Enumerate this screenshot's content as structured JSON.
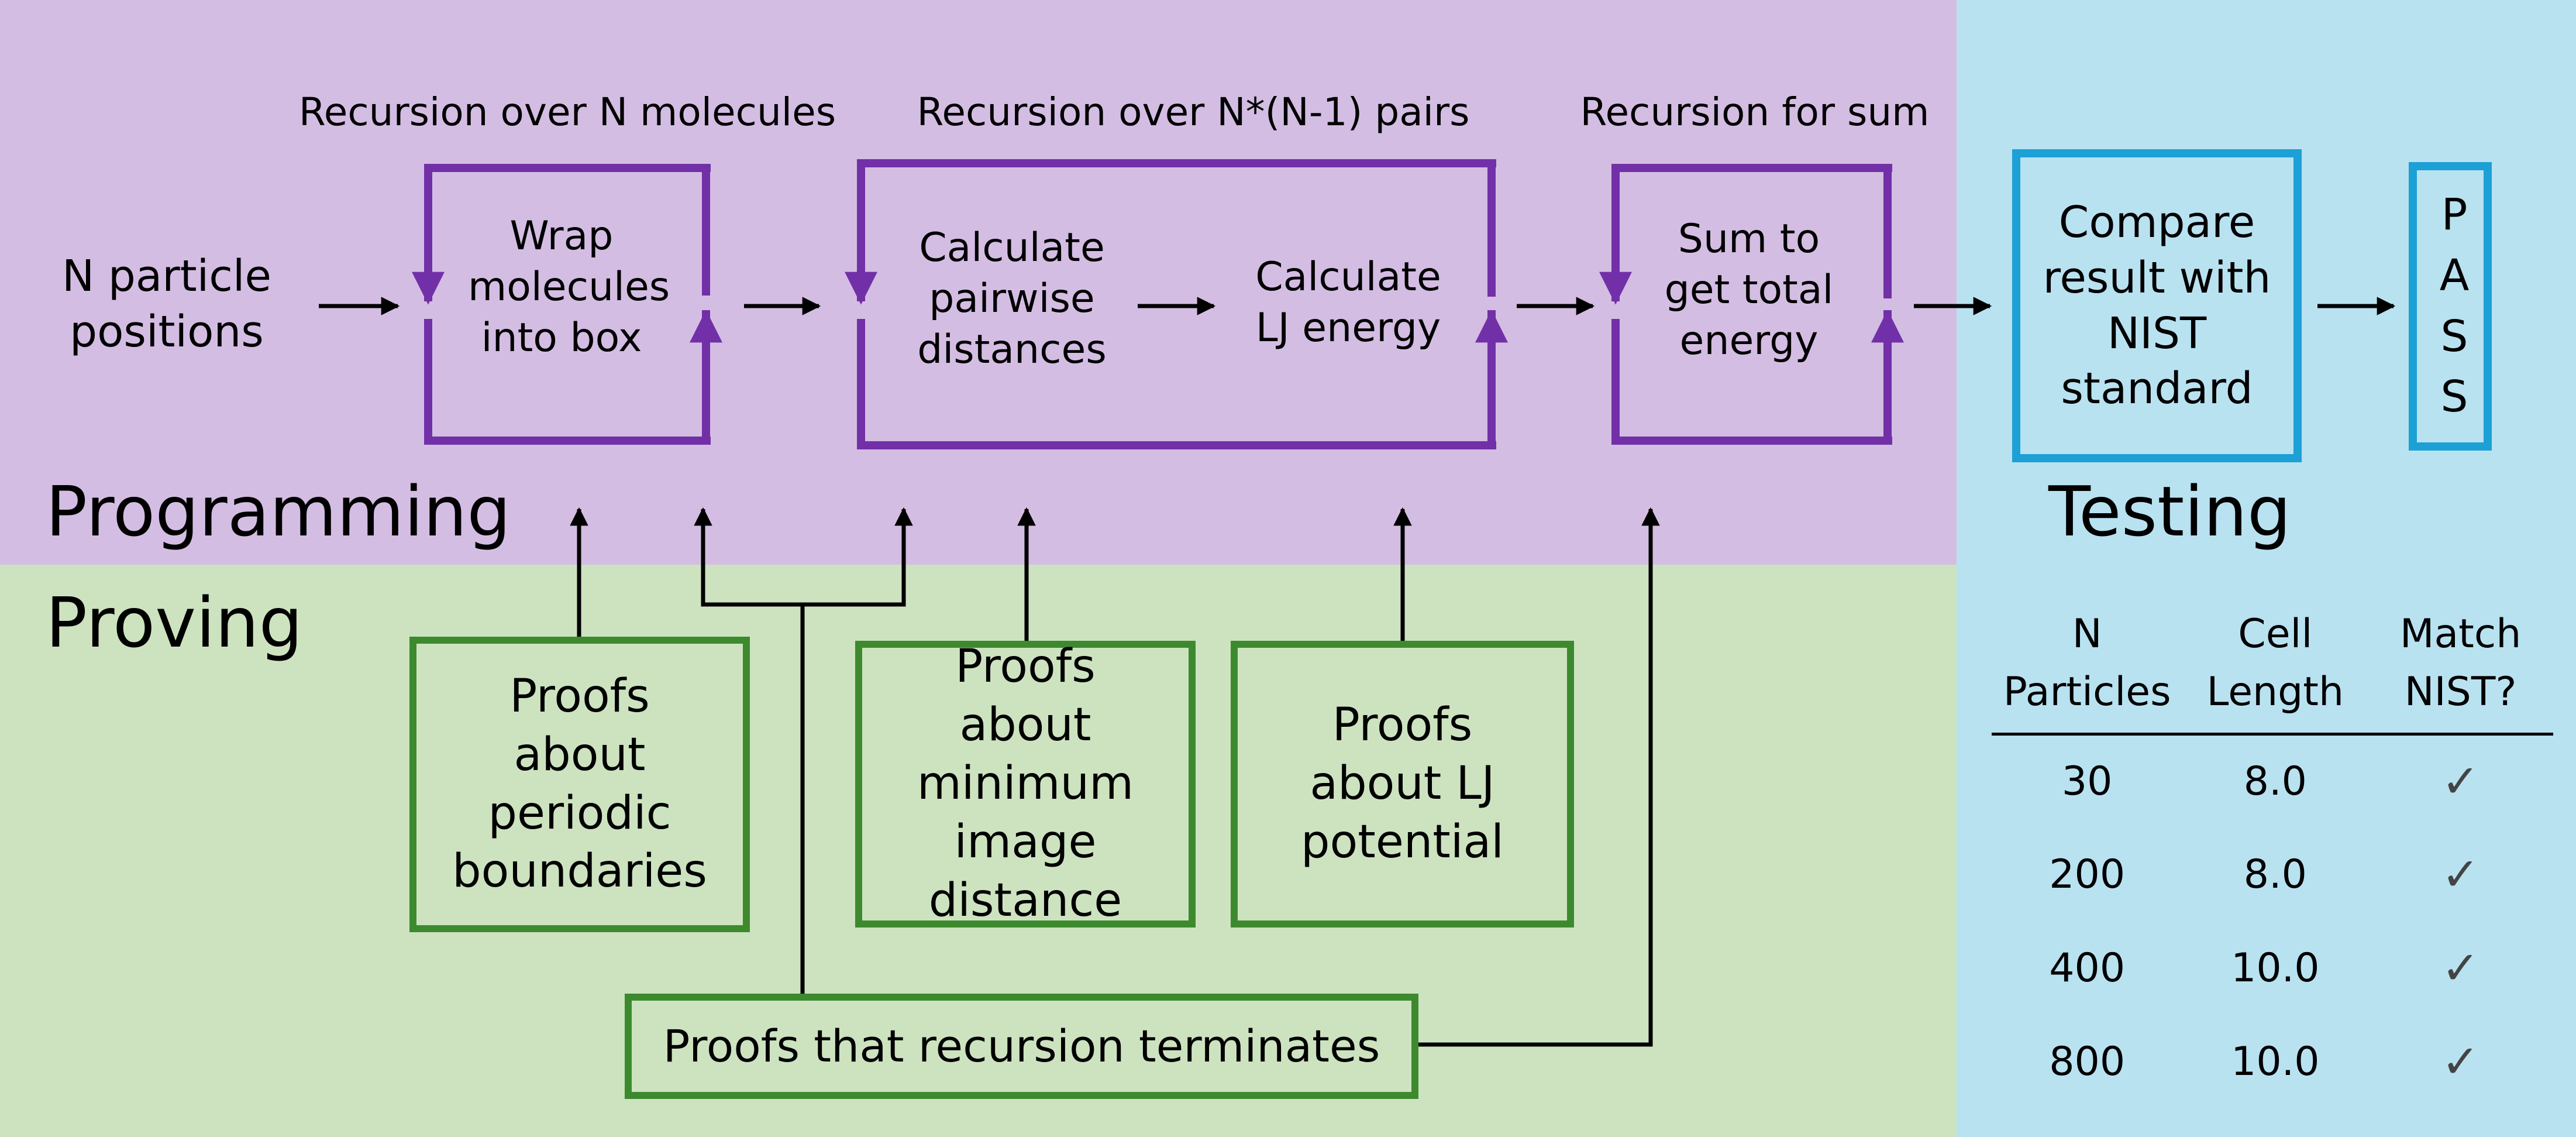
{
  "colors": {
    "programming_bg": "#d4bde3",
    "proving_bg": "#cde3c0",
    "testing_bg": "#b9e2f1",
    "loop_box": "#7230a8",
    "proof_box": "#3d8a2e",
    "test_box": "#1ca0d6",
    "arrow": "#000000"
  },
  "input": "N particle positions",
  "recursion_labels": {
    "molecules": "Recursion over N molecules",
    "pairs": "Recursion over N*(N-1) pairs",
    "sum": "Recursion for sum"
  },
  "steps": {
    "wrap": "Wrap molecules into box",
    "distances": "Calculate pairwise distances",
    "lj_energy": "Calculate LJ energy",
    "sum": "Sum to get total energy",
    "compare": "Compare result with NIST standard",
    "pass": "PASS"
  },
  "sections": {
    "programming": "Programming",
    "proving": "Proving",
    "testing": "Testing"
  },
  "proofs": {
    "periodic": "Proofs about periodic boundaries",
    "minimum_image": "Proofs about minimum image distance",
    "lj": "Proofs about LJ potential",
    "termination": "Proofs that recursion terminates"
  },
  "results_table": {
    "headers": [
      "N Particles",
      "Cell Length",
      "Match NIST?"
    ],
    "rows": [
      {
        "n": "30",
        "cell": "8.0",
        "match": "✓"
      },
      {
        "n": "200",
        "cell": "8.0",
        "match": "✓"
      },
      {
        "n": "400",
        "cell": "10.0",
        "match": "✓"
      },
      {
        "n": "800",
        "cell": "10.0",
        "match": "✓"
      }
    ]
  }
}
